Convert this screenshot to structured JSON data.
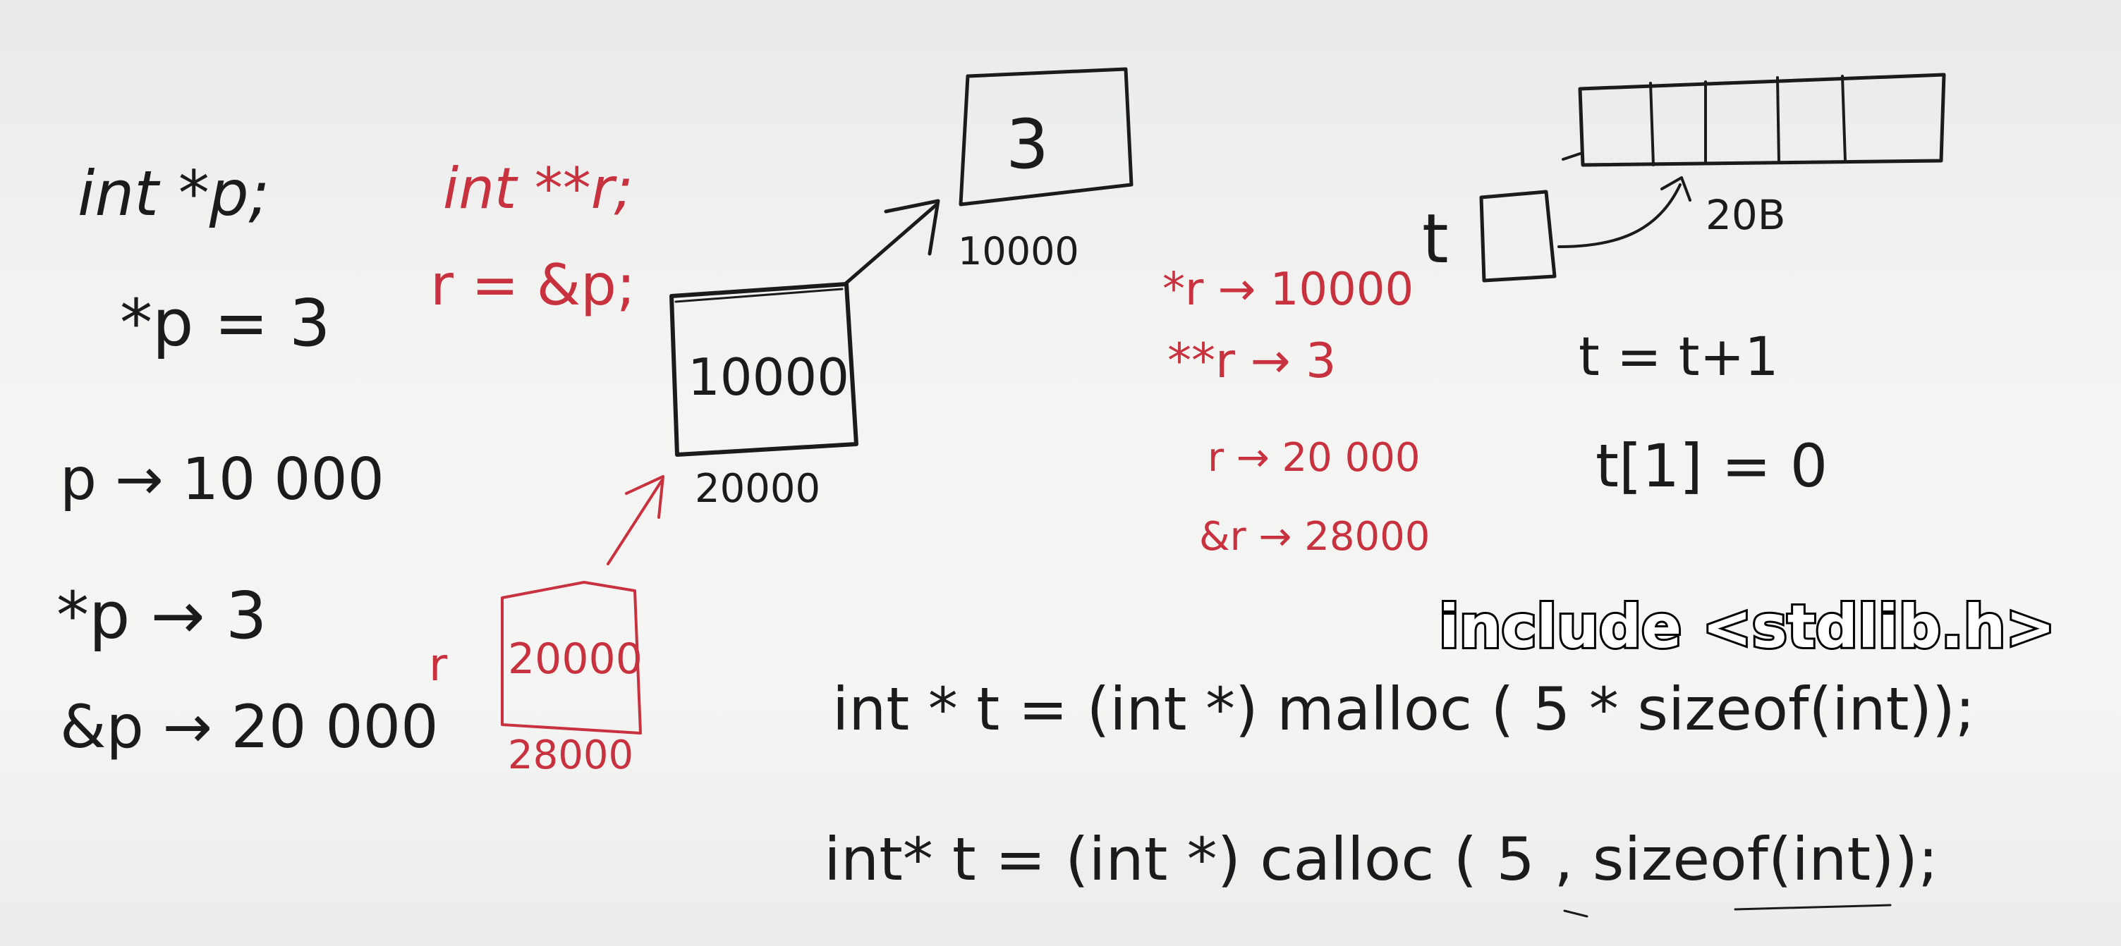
{
  "left_column": {
    "decl": "int *p;",
    "assign": "*p = 3",
    "p_value": "p → 10 000",
    "deref_value": "*p → 3",
    "addr_value": "&p → 20 000"
  },
  "red_decl": {
    "decl": "int **r;",
    "assign": "r = &p;"
  },
  "boxes": {
    "box_three_value": "3",
    "box_three_addr": "10000",
    "box_p_value": "10000",
    "box_p_addr": "20000",
    "box_r_label": "r",
    "box_r_value": "20000",
    "box_r_addr": "28000"
  },
  "red_results": {
    "line1": "*r → 10000",
    "line2": "**r → 3",
    "line3": "r → 20 000",
    "line4": "&r → 28000"
  },
  "array_area": {
    "t_label": "t",
    "size_label": "20B",
    "cells": 5,
    "assign1": "t = t+1",
    "assign2": "t[1] = 0"
  },
  "overlay": {
    "caption": "include <stdlib.h>"
  },
  "code_lines": {
    "malloc_line": "int * t = (int *) malloc ( 5 * sizeof(int));",
    "calloc_line": "int* t = (int *) calloc ( 5 , sizeof(int));"
  },
  "colors": {
    "black_ink": "#1b1b1b",
    "red_ink": "#c8323f",
    "board": "#f3f3f2"
  }
}
